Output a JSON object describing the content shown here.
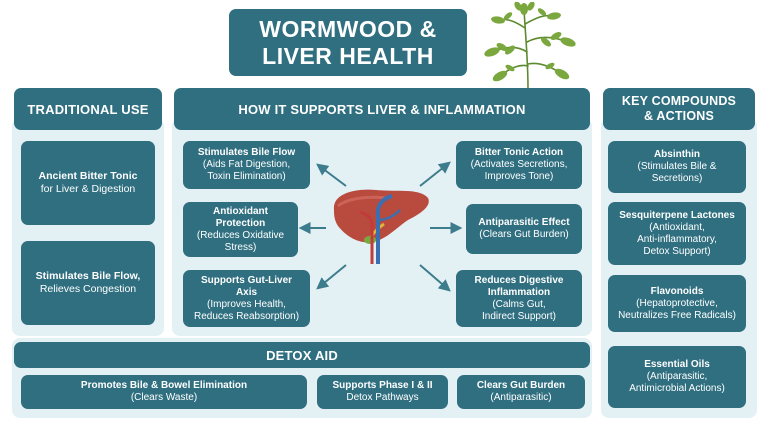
{
  "title": {
    "line1": "WORMWOOD &",
    "line2": "LIVER HEALTH"
  },
  "colors": {
    "primary": "#2f6f80",
    "panel": "#e3f1f5",
    "liver": "#b84a3e",
    "plant": "#6f9a3a"
  },
  "traditional_use": {
    "header": "TRADITIONAL USE",
    "items": [
      {
        "title": "Ancient Bitter Tonic",
        "desc": "for Liver & Digestion"
      },
      {
        "title": "Stimulates Bile Flow,",
        "desc": "Relieves Congestion"
      }
    ]
  },
  "how_it_supports": {
    "header": "HOW IT SUPPORTS LIVER & INFLAMMATION",
    "left": [
      {
        "title": "Stimulates Bile Flow",
        "desc1": "(Aids Fat Digestion,",
        "desc2": "Toxin Elimination)"
      },
      {
        "title": "Antioxidant",
        "title2": "Protection",
        "desc1": "(Reduces Oxidative",
        "desc2": "Stress)"
      },
      {
        "title": "Supports Gut-Liver",
        "title2": "Axis",
        "desc1": "(Improves Health,",
        "desc2": "Reduces Reabsorption)"
      }
    ],
    "right": [
      {
        "title": "Bitter Tonic Action",
        "desc1": "(Activates Secretions,",
        "desc2": "Improves Tone)"
      },
      {
        "title": "Antiparasitic Effect",
        "desc1": "(Clears Gut Burden)"
      },
      {
        "title": "Reduces Digestive",
        "title2": "Inflammation",
        "desc1": "(Calms Gut,",
        "desc2": "Indirect Support)"
      }
    ]
  },
  "key_compounds": {
    "header1": "KEY COMPOUNDS",
    "header2": "& ACTIONS",
    "items": [
      {
        "title": "Absinthin",
        "desc1": "(Stimulates Bile &",
        "desc2": "Secretions)"
      },
      {
        "title": "Sesquiterpene Lactones",
        "desc1": "(Antioxidant,",
        "desc2": "Anti-inflammatory,",
        "desc3": "Detox Support)"
      },
      {
        "title": "Flavonoids",
        "desc1": "(Hepatoprotective,",
        "desc2": "Neutralizes Free Radicals)"
      },
      {
        "title": "Essential Oils",
        "desc1": "(Antiparasitic,",
        "desc2": "Antimicrobial Actions)"
      }
    ]
  },
  "detox": {
    "header": "DETOX AID",
    "items": [
      {
        "title": "Promotes Bile & Bowel Elimination",
        "desc": "(Clears Waste)"
      },
      {
        "title": "Supports Phase I & II",
        "desc": "Detox Pathways"
      },
      {
        "title": "Clears Gut Burden",
        "desc": "(Antiparasitic)"
      }
    ]
  }
}
